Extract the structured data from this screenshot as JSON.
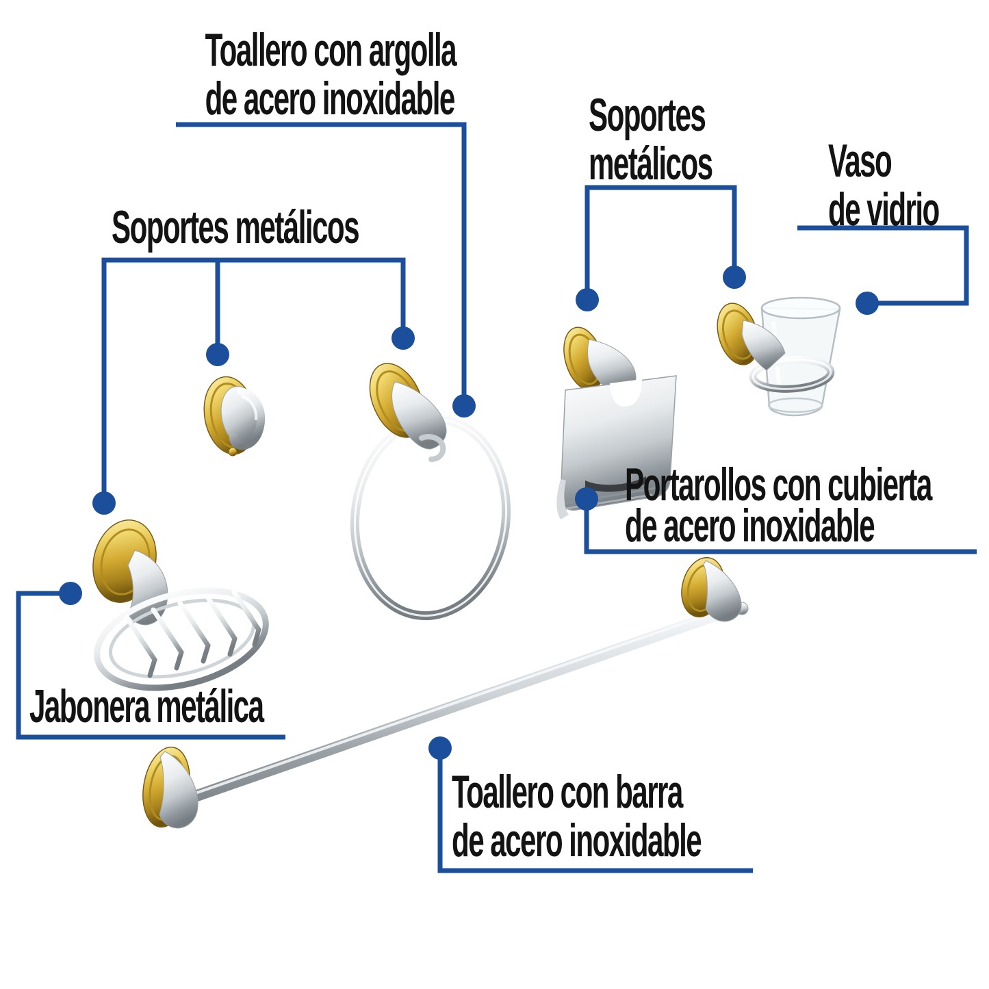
{
  "page": {
    "background": "#ffffff",
    "description": "Labeled product diagram of a 6-piece bathroom accessories set (chrome and brass)"
  },
  "colors": {
    "accent_blue": "#1b4e9b",
    "label_text": "#131313",
    "gold": "#d4ac33",
    "chrome_light": "#eceff1",
    "chrome_dark": "#858c91"
  },
  "labels": {
    "towel_ring": {
      "line1": "Toallero con argolla",
      "line2": "de acero inoxidable"
    },
    "supports_left": {
      "line1": "Soportes metálicos"
    },
    "supports_right": {
      "line1": "Soportes",
      "line2": "metálicos"
    },
    "glass_cup": {
      "line1": "Vaso",
      "line2": "de vidrio"
    },
    "paper_holder": {
      "line1": "Portarollos con cubierta",
      "line2": "de acero inoxidable"
    },
    "soap_dish": {
      "line1": "Jabonera metálica"
    },
    "towel_bar": {
      "line1": "Toallero con barra",
      "line2": "de acero inoxidable"
    }
  },
  "products": [
    {
      "name": "wall-hook-icon"
    },
    {
      "name": "towel-ring-icon"
    },
    {
      "name": "soap-dish-icon"
    },
    {
      "name": "toilet-paper-holder-icon"
    },
    {
      "name": "glass-tumbler-holder-icon"
    },
    {
      "name": "towel-bar-icon"
    }
  ]
}
